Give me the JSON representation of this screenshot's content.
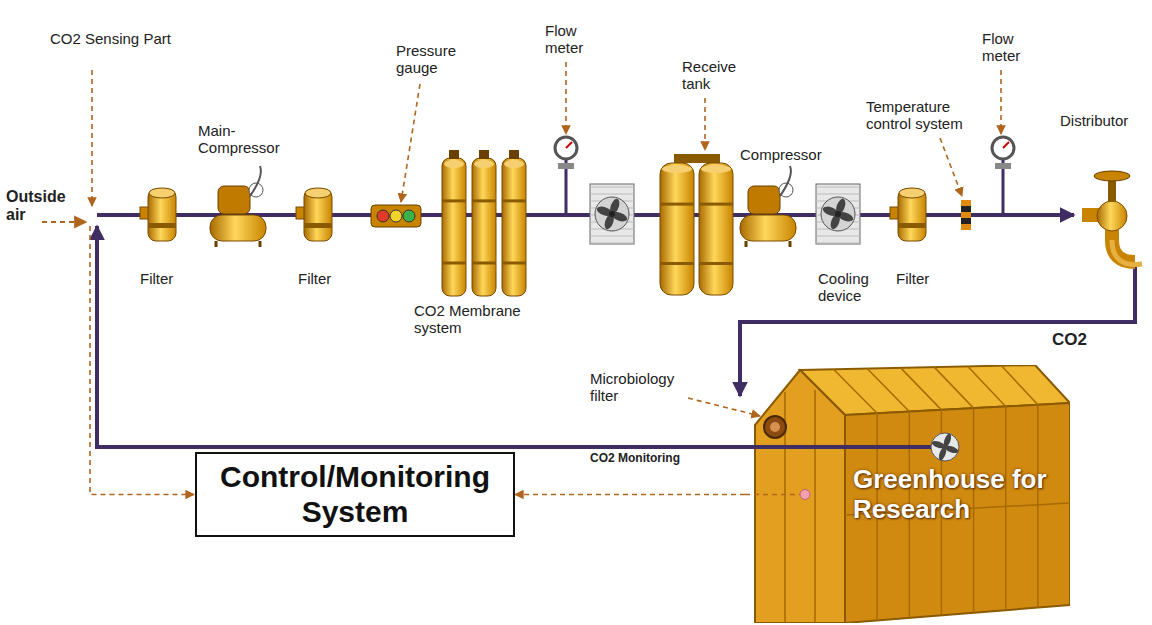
{
  "diagram": {
    "nodes": [
      {
        "text": [
          "Greenhouse for Research"
        ]
      },
      {
        "text": [
          "Control/Monitoring System"
        ]
      }
    ],
    "edges": [
      {
        "from": 0,
        "to": 1,
        "arrow": "to"
      }
    ],
    "labels": [
      "CO2 Sensing Part",
      "Outside air",
      "Main-Compressor",
      "Pressure gauge",
      "Flow meter",
      "Receive tank",
      "Temperature control system",
      "Flow meter",
      "Distributor",
      "Compressor",
      "Filter",
      "Filter",
      "CO2 Membrane system",
      "Cooling device",
      "Filter",
      "CO2",
      "Microbiology filter",
      "CO2 Monitoring"
    ]
  }
}
